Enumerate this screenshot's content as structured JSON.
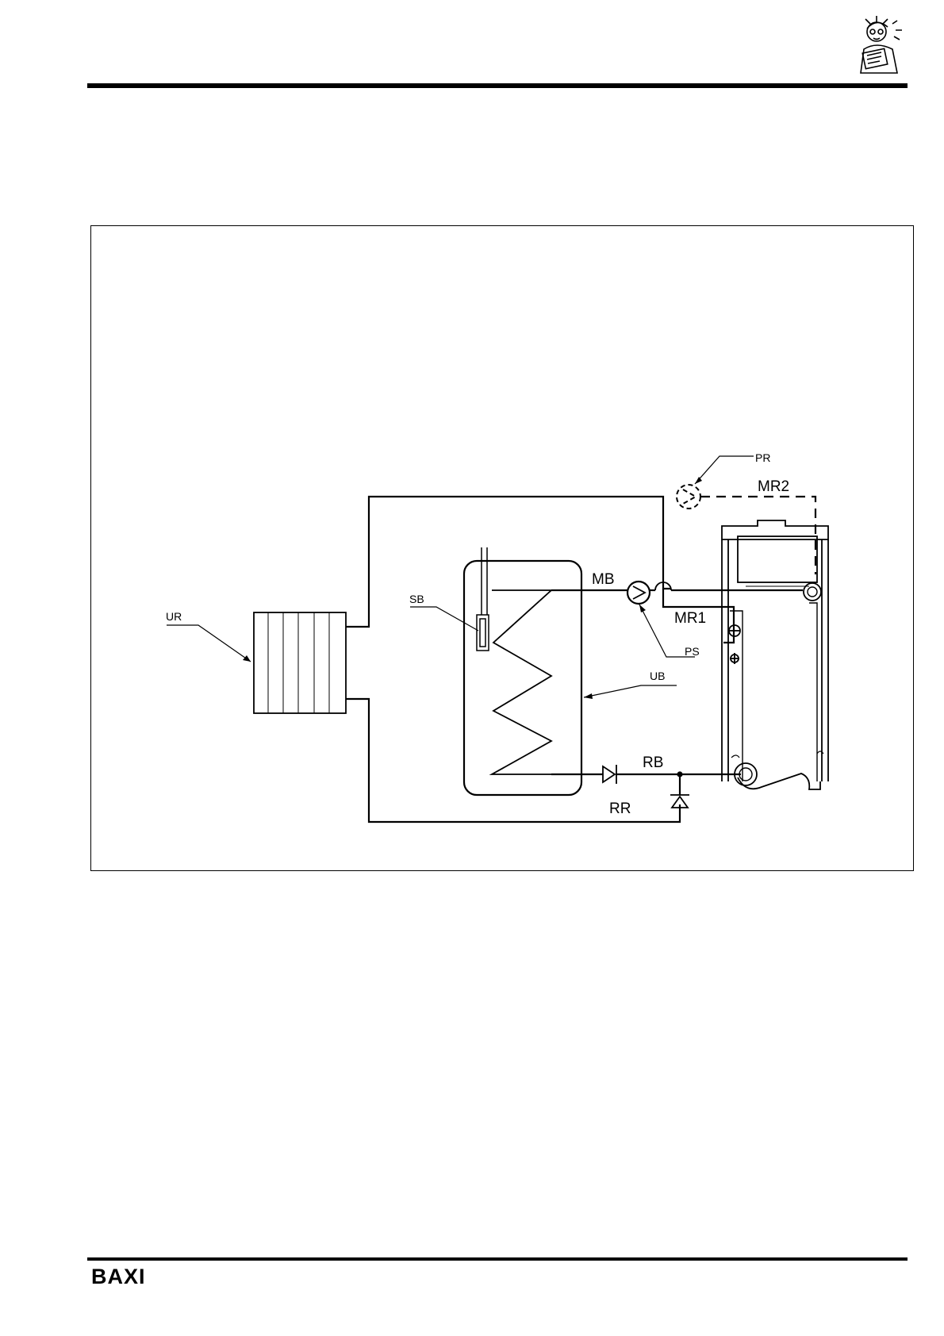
{
  "header": {
    "mascot_icon": "engineer-reading-manual-icon"
  },
  "footer": {
    "brand": "BAXI"
  },
  "diagram": {
    "labels": {
      "ur": "UR",
      "sb": "SB",
      "ub": "UB",
      "mb": "MB",
      "ps": "PS",
      "pr": "PR",
      "mr1": "MR1",
      "mr2": "MR2",
      "rb": "RB",
      "rr": "RR"
    }
  }
}
